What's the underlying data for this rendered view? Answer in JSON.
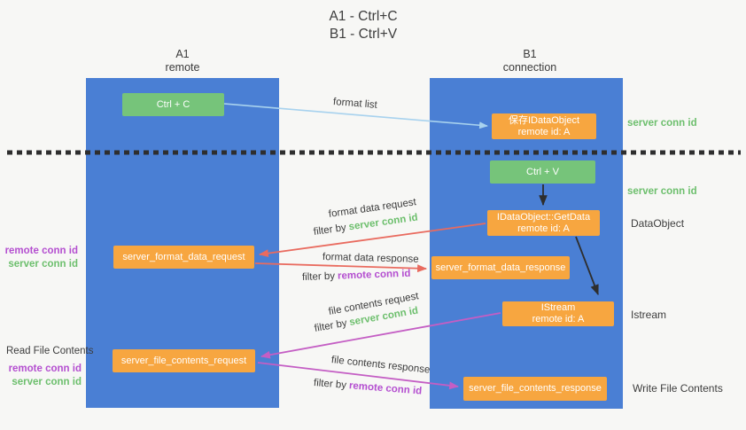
{
  "title": {
    "line1": "A1 - Ctrl+C",
    "line2": "B1 - Ctrl+V"
  },
  "columns": {
    "left": {
      "name": "A1",
      "role": "remote"
    },
    "right": {
      "name": "B1",
      "role": "connection"
    }
  },
  "boxes": {
    "ctrl_c": {
      "label": "Ctrl + C"
    },
    "save_dataobject": {
      "line1": "保存IDataObject",
      "line2": "remote id: A"
    },
    "ctrl_v": {
      "label": "Ctrl + V"
    },
    "getdata": {
      "line1": "IDataObject::GetData",
      "line2": "remote id: A"
    },
    "format_request": {
      "label": "server_format_data_request"
    },
    "format_response": {
      "label": "server_format_data_response"
    },
    "istream": {
      "line1": "IStream",
      "line2": "remote id: A"
    },
    "file_request": {
      "label": "server_file_contents_request"
    },
    "file_response": {
      "label": "server_file_contents_response"
    }
  },
  "labels": {
    "format_list": "format list",
    "filter_by": "filter by",
    "server_conn_id": "server conn id",
    "remote_conn_id": "remote conn id",
    "format_data_request": "format data request",
    "format_data_response": "format data response",
    "file_contents_request": "file contents request",
    "file_contents_response": "file contents response",
    "dataobject": "DataObject",
    "istream": "Istream",
    "read_file_contents": "Read File Contents",
    "write_file_contents": "Write File Contents"
  },
  "colors": {
    "column_blue": "#4a7fd4",
    "box_orange": "#f7a640",
    "box_green": "#76c47a",
    "text_green": "#6dbf6d",
    "text_purple": "#b44fd0",
    "arrow_red": "#e96b5f",
    "arrow_magenta": "#c45ec4",
    "arrow_lightblue": "#a8d2ee",
    "arrow_black": "#2e2e2e"
  }
}
